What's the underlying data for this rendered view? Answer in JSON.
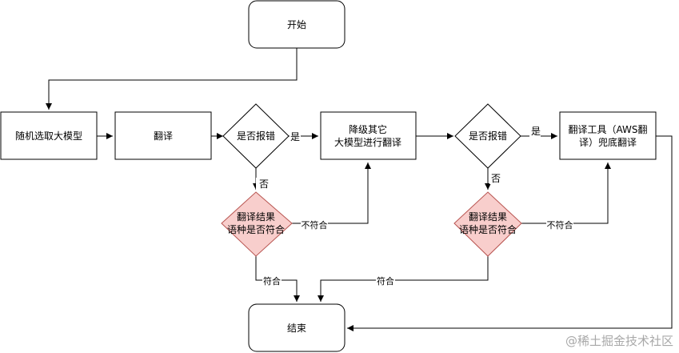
{
  "nodes": {
    "start": "开始",
    "random_select": "随机选取大模型",
    "translate": "翻译",
    "check_error_1": "是否报错",
    "downgrade_line1": "降级其它",
    "downgrade_line2": "大模型进行翻译",
    "check_error_2": "是否报错",
    "aws_line1": "翻译工具（AWS翻",
    "aws_line2": "译）兜底翻译",
    "lang_check_1_line1": "翻译结果",
    "lang_check_1_line2": "语种是否符合",
    "lang_check_2_line1": "翻译结果",
    "lang_check_2_line2": "语种是否符合",
    "end": "结束"
  },
  "edge_labels": {
    "yes_1": "是",
    "no_1": "否",
    "yes_2": "是",
    "no_2": "否",
    "not_match_1": "不符合",
    "match_1": "符合",
    "not_match_2": "不符合",
    "match_2": "符合"
  },
  "watermark": "@稀土掘金技术社区",
  "colors": {
    "decision_fill": "#f8cecc",
    "decision_stroke": "#b85450"
  }
}
